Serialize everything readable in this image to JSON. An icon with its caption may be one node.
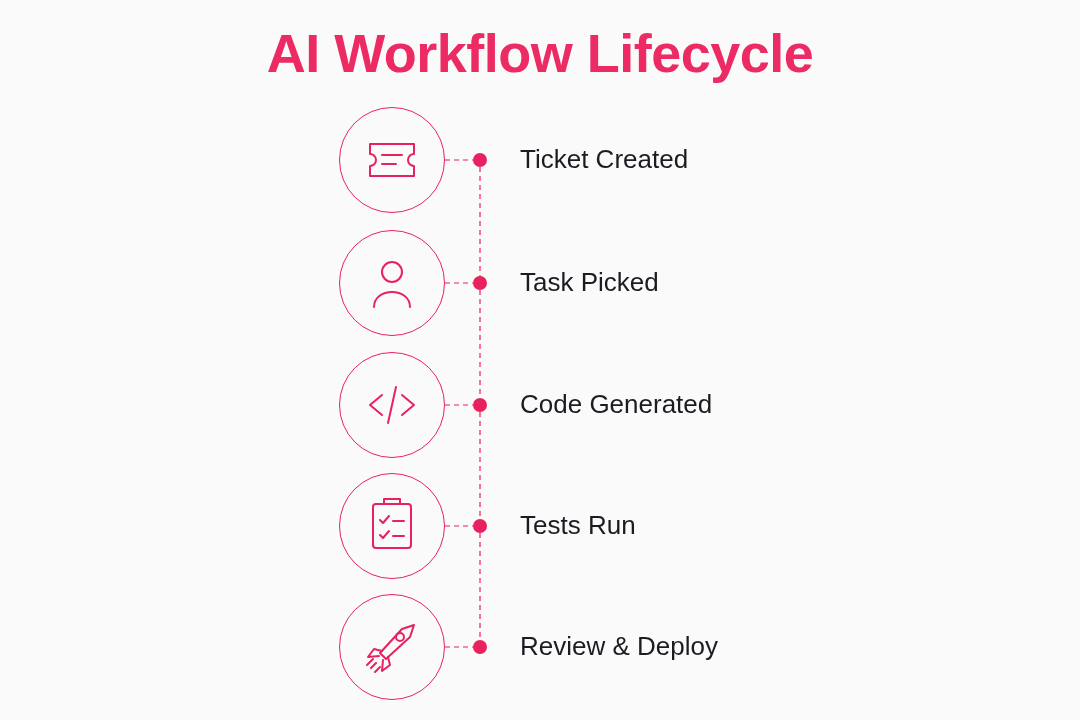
{
  "diagram": {
    "title": "AI Workflow Lifecycle",
    "nodes": [
      {
        "text": [],
        "shape": "circle"
      },
      {
        "text": [],
        "shape": "circle"
      },
      {
        "text": [],
        "shape": "circle"
      },
      {
        "text": [],
        "shape": "circle"
      },
      {
        "text": [],
        "shape": "circle"
      },
      {
        "text": [],
        "shape": "circle",
        "beside": [
          "Ticket Created"
        ]
      },
      {
        "text": [],
        "shape": "circle",
        "beside": [
          "Task Picked"
        ]
      },
      {
        "text": [],
        "shape": "circle",
        "beside": [
          "Code Generated"
        ]
      },
      {
        "text": [],
        "shape": "circle",
        "beside": [
          "Tests Run"
        ]
      },
      {
        "text": [],
        "shape": "circle",
        "beside": [
          "Review & Deploy"
        ]
      }
    ],
    "edges": [
      {
        "from": 0,
        "to": 5,
        "arrow": "none",
        "style": "dashed"
      },
      {
        "from": 1,
        "to": 6,
        "arrow": "none",
        "style": "dashed"
      },
      {
        "from": 2,
        "to": 7,
        "arrow": "none",
        "style": "dashed"
      },
      {
        "from": 3,
        "to": 8,
        "arrow": "none",
        "style": "dashed"
      },
      {
        "from": 4,
        "to": 9,
        "arrow": "none",
        "style": "dashed"
      },
      {
        "from": 5,
        "to": 6,
        "arrow": "none",
        "style": "dashed"
      },
      {
        "from": 6,
        "to": 7,
        "arrow": "none",
        "style": "dashed"
      },
      {
        "from": 7,
        "to": 8,
        "arrow": "none",
        "style": "dashed"
      },
      {
        "from": 8,
        "to": 9,
        "arrow": "none",
        "style": "dashed"
      }
    ]
  }
}
